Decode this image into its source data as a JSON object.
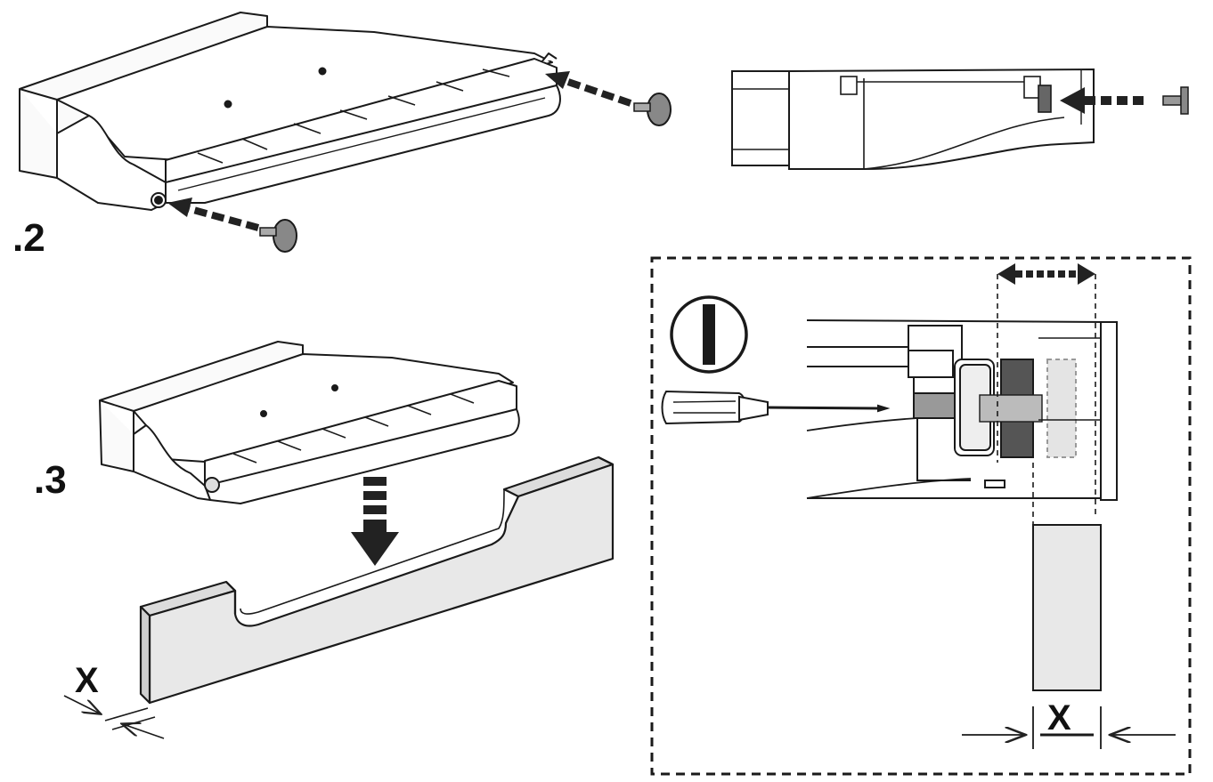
{
  "steps": {
    "step2_label": ".2",
    "step3_label": ".3"
  },
  "dimensions": {
    "x_label_left": "X",
    "x_label_right": "X"
  },
  "icons": {
    "tool_badge": "flat-screwdriver-icon",
    "tool": "screwdriver-icon",
    "push_arrow": "dashed-arrow-icon",
    "adjust_arrow": "double-arrow-icon"
  },
  "colors": {
    "line": "#1a1a1a",
    "panel_fill": "#e8e8e8",
    "arrow": "#222222"
  }
}
